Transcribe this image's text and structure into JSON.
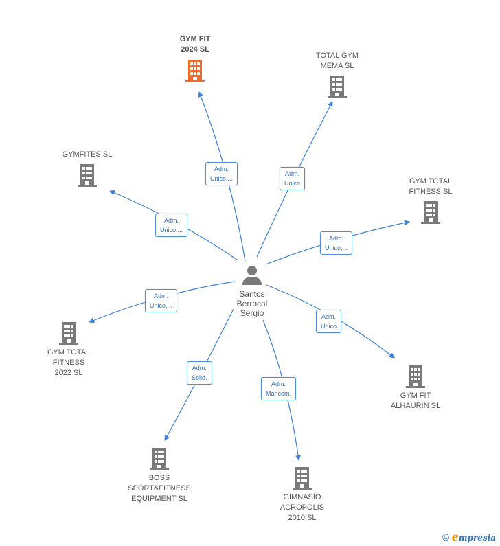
{
  "colors": {
    "edge": "#3a80d6",
    "building": "#7a7a7a",
    "highlight": "#f26a2a",
    "person": "#7a7a7a"
  },
  "person": {
    "name": "Santos\nBerrocal\nSergio",
    "icon": "person-icon"
  },
  "companies": [
    {
      "id": "gymfit2024",
      "name": "GYM FIT\n2024  SL",
      "highlight": true,
      "icon": "building-icon"
    },
    {
      "id": "totalgymmema",
      "name": "TOTAL GYM\nMEMA  SL",
      "icon": "building-icon"
    },
    {
      "id": "gymfites",
      "name": "GYMFITES  SL",
      "icon": "building-icon"
    },
    {
      "id": "gymtotalfitness",
      "name": "GYM TOTAL\nFITNESS  SL",
      "icon": "building-icon"
    },
    {
      "id": "gymtotalfitness2022",
      "name": "GYM TOTAL\nFITNESS\n2022  SL",
      "icon": "building-icon"
    },
    {
      "id": "gymfitalhaurin",
      "name": "GYM FIT\nALHAURIN  SL",
      "icon": "building-icon"
    },
    {
      "id": "bossfitness",
      "name": "BOSS\nSPORT&FITNESS\nEQUIPMENT  SL",
      "icon": "building-icon"
    },
    {
      "id": "gimnasioacropolis",
      "name": "GIMNASIO\nACROPOLIS\n2010 SL",
      "icon": "building-icon"
    }
  ],
  "roles": [
    {
      "target": "gymfit2024",
      "label": "Adm.\nUnico,..."
    },
    {
      "target": "totalgymmema",
      "label": "Adm.\nUnico"
    },
    {
      "target": "gymfites",
      "label": "Adm.\nUnico,..."
    },
    {
      "target": "gymtotalfitness",
      "label": "Adm.\nUnico,..."
    },
    {
      "target": "gymtotalfitness2022",
      "label": "Adm.\nUnico,..."
    },
    {
      "target": "gymfitalhaurin",
      "label": "Adm.\nUnico"
    },
    {
      "target": "bossfitness",
      "label": "Adm.\nSolid."
    },
    {
      "target": "gimnasioacropolis",
      "label": "Adm.\nMancom."
    }
  ],
  "footer": {
    "copyright": "©",
    "brand_e": "e",
    "brand_rest": "mpresia"
  }
}
